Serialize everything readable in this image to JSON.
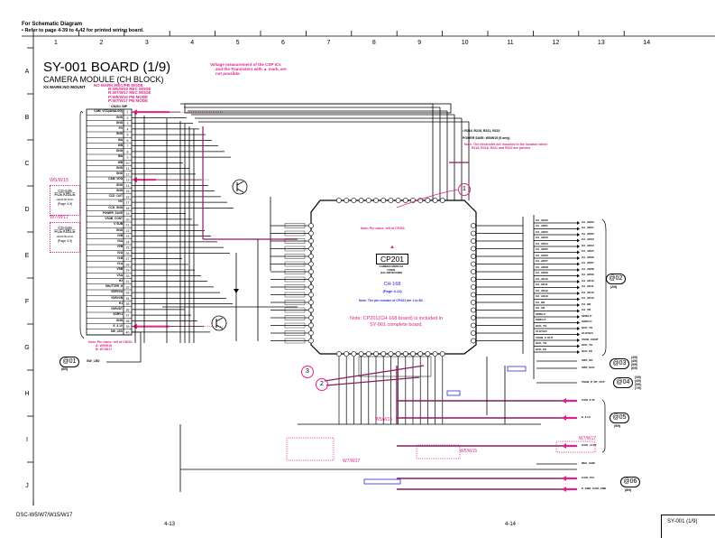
{
  "header": {
    "line1": "For Schematic Diagram",
    "line2": "• Refer to page 4-39 to 4-42 for printed wiring board."
  },
  "grid": {
    "columns": [
      "1",
      "2",
      "3",
      "4",
      "5",
      "6",
      "7",
      "8",
      "9",
      "10",
      "11",
      "12",
      "13",
      "14"
    ],
    "rows": [
      "A",
      "B",
      "C",
      "D",
      "E",
      "F",
      "G",
      "H",
      "I",
      "J"
    ]
  },
  "title": {
    "board": "SY-001 BOARD (1/9)",
    "block": "CAMERA MODULE (CH BLOCK)",
    "mount_note": "XX MARK:NO MOUNT",
    "modes": [
      "NO MARK:REC/PB MODE",
      "R:W5/W15 REC MODE",
      "R:W7/W17 REC MODE",
      "P:W5/W15 PB MODE",
      "P:W7/W17 PB MODE"
    ]
  },
  "voltage_note": [
    "Voltage measurement of the CSP ICs",
    "and the Transistors with ▲ mark, are",
    "not possible."
  ],
  "connector_cn201": {
    "ref": "CN201 39P",
    "pins": [
      "CAM_VCC(ANALOG)",
      "GND",
      "GND",
      "FG",
      "GND",
      "WA",
      "WB",
      "GND",
      "WA",
      "WB",
      "GND",
      "GND",
      "CAM_VDD",
      "GND",
      "GND",
      "CCD_OUT",
      "NC",
      "CCD_GND",
      "POWER_SAVE",
      "VSUB_CONT",
      "V SUB",
      "GND",
      "V3B",
      "V3A",
      "V2B",
      "V2A",
      "V1B",
      "V1A",
      "VSB",
      "VSA",
      "H2",
      "SHUTTER_H",
      "VDRV2A",
      "VDRV2B",
      "H1",
      "VDRVDT",
      "VDRV1",
      "GND",
      "E_3.1V",
      "SW_LED"
    ],
    "pin_note": "Note: Pin name: left of CN201",
    "pin_note2": [
      "A: W5/W15",
      "B: W7/W17"
    ]
  },
  "flex_labels": [
    {
      "model": "W5/W15",
      "name": "CD-545",
      "type": "FLEXIBLE",
      "sub": "LENS BLOCK",
      "page": "(Page 4-9)"
    },
    {
      "model": "W7/W17",
      "name": "CD-546",
      "type": "FLEXIBLE",
      "sub": "LENS BLOCK",
      "page": "(Page 4-9)"
    }
  ],
  "ic": {
    "ref": "CP201",
    "desc": [
      "CAMERA MODULE",
      "CP201",
      "(CH-168 BOARD)"
    ],
    "pin_note": "Note: Pin name: left of CP201",
    "board": "CH-168",
    "board_page": "(Page 4-11)",
    "note_blue": "Note: The pin number of CP201 are 1 to 80.",
    "note_main": [
      "Note: CP201(CH-168 board) is included in",
      "SY-001 complete board."
    ]
  },
  "top_notes": {
    "parts": "• R216, R218, R221, R222",
    "power": "POWER SAVE: W5/W15 (5 only)",
    "note": "Note: The electrodes are mounted in the location where",
    "note2": "R216, R218, R221 and R222 are printed."
  },
  "right_bus": {
    "left": [
      "CA_AD00",
      "CA_AD01",
      "CA_AD02",
      "CA_AD03",
      "CA_AD04",
      "CA_AD05",
      "CA_AD06",
      "CA_AD07",
      "CA_AD08",
      "CA_AD09",
      "CA_AD10",
      "CA_AD11",
      "CA_AD12",
      "CA_AD13",
      "CA_HD",
      "CA_VD",
      "SPRG P",
      "SHRG P",
      "HCK_TG",
      "CLKTGO",
      "VSUB_C OUT",
      "HCK_TG",
      "HCK_FE"
    ],
    "right": [
      "CA_AD00",
      "CA_AD01",
      "CA_AD02",
      "CA_AD03",
      "CA_AD04",
      "CA_AD05",
      "CA_AD06",
      "CA_AD07",
      "CA_AD08",
      "CA_AD09",
      "CA_AD10",
      "CA_AD11",
      "CA_AD12",
      "CA_AD13",
      "CA_HD",
      "CA_VD",
      "SPRG P",
      "SHRG P",
      "HCK_TG",
      "CLKTGO",
      "VSUB_CONT",
      "HCK_TG",
      "HCK_FE"
    ]
  },
  "refs": [
    {
      "id": "@01",
      "sub": "(8/9)",
      "signal": "SW_LED"
    },
    {
      "id": "@02",
      "sub": "(2/9)"
    },
    {
      "id": "@03",
      "sub": [
        "(3/9)",
        "(4/9)",
        "(5/9)",
        "(6/9)"
      ],
      "signals": [
        "SW1_SO",
        "SW1_SCK"
      ]
    },
    {
      "id": "@04",
      "sub": [
        "(3/9)",
        "(4/9)",
        "(5/9)",
        "(7/9)"
      ],
      "signals": [
        "VSUB_P_NT_OUT"
      ]
    },
    {
      "id": "@05",
      "sub": "(9/9)",
      "signals": [
        "CAM_3.4V",
        "E_3.1V",
        "CAM_+2.5V",
        "REG_GND"
      ]
    },
    {
      "id": "@06",
      "sub": "(8/9)",
      "signals": [
        "CAM_15V",
        "E_GND_CAM_GND"
      ]
    }
  ],
  "model_tags": [
    "W5/W15",
    "W5/W15",
    "W7/W17",
    "W7/W17"
  ],
  "circled": [
    "1",
    "2",
    "3"
  ],
  "footer": {
    "model": "DSC-W5/W7/W15/W17",
    "page_left": "4-13",
    "page_right": "4-14",
    "sheet": "SY-001 (1/9)"
  },
  "colors": {
    "accent": "#e0218a",
    "note_blue": "#2a2ad0",
    "line": "#000000",
    "highlight": "#8b1a5e"
  }
}
